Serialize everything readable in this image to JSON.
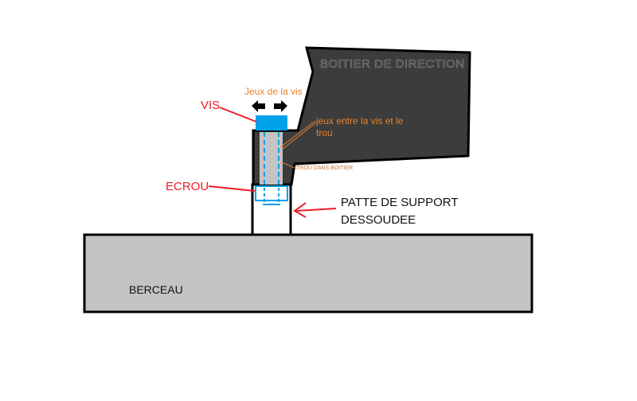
{
  "diagram": {
    "labels": {
      "steering_box": "BOITIER DE DIRECTION",
      "screw": "VIS",
      "screw_play": "Jeux de la vis",
      "gap": "jeux entre la vis et le",
      "gap_line2": "trou",
      "hole": "TROU DANS BOITIER",
      "nut": "ECROU",
      "bracket": "PATTE DE SUPPORT",
      "bracket_line2": "DESSOUDEE",
      "cradle": "BERCEAU"
    },
    "colors": {
      "steering_box": "#3c3c3c",
      "cradle": "#c3c3c3",
      "screw": "#00a2e8",
      "label_red": "#ed1c24",
      "label_orange": "#e8822c",
      "hole": "#c3c3c3"
    }
  }
}
